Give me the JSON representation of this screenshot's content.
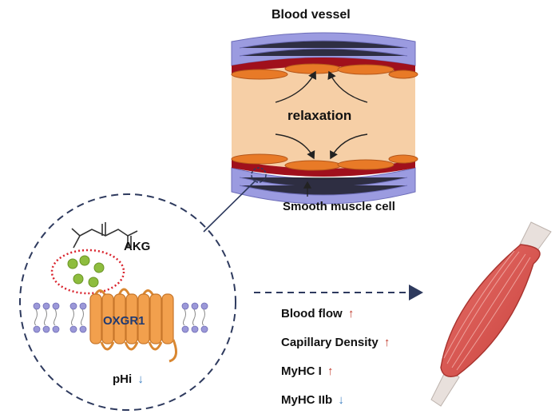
{
  "labels": {
    "title": "Blood vessel",
    "relaxation": "relaxation",
    "smooth_muscle": "Smooth muscle cell",
    "akg": "AKG",
    "receptor": "OXGR1",
    "phi": "pHi",
    "phi_arrow": "↓"
  },
  "effects": [
    {
      "label": "Blood flow",
      "arrow": "↑",
      "direction": "up"
    },
    {
      "label": "Capillary Density",
      "arrow": "↑",
      "direction": "up"
    },
    {
      "label": "MyHC I",
      "arrow": "↑",
      "direction": "up"
    },
    {
      "label": "MyHC IIb",
      "arrow": "↓",
      "direction": "down"
    }
  ],
  "colors": {
    "vessel_lumen": "#f6cfa6",
    "vessel_wall": "#a0101c",
    "endothelium": "#e87a27",
    "smooth_muscle": "#8f8fd6",
    "muscle": "#d9564f",
    "receptor": "#f2a04d",
    "akg_molecule": "#8ebd3e",
    "dashed_line": "#2e3a5e",
    "up_arrow": "#c0392b",
    "down_arrow": "#3d7fc1"
  }
}
